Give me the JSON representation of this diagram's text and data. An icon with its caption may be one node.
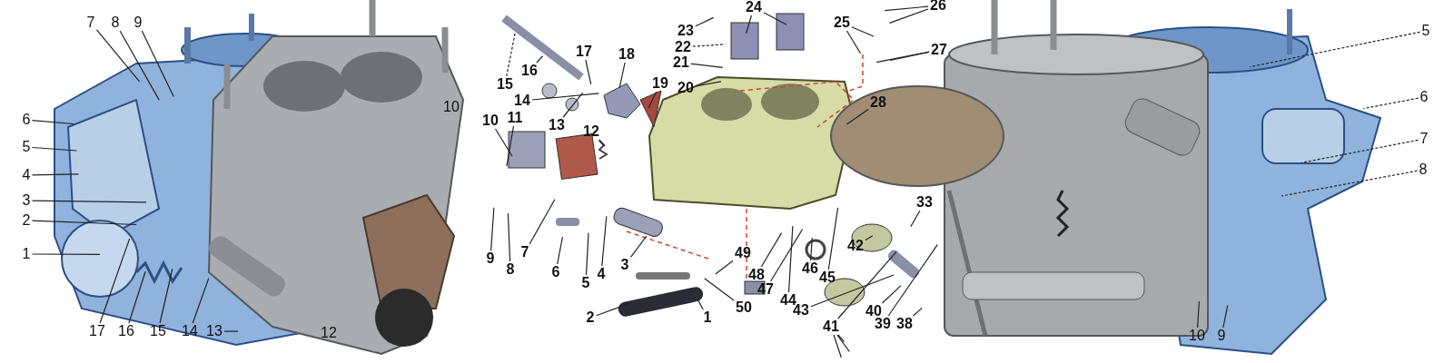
{
  "diagram": {
    "nodes": [
      {
        "text": [
          "7"
        ]
      },
      {
        "text": [
          "8"
        ]
      },
      {
        "text": [
          "9"
        ]
      },
      {
        "text": [
          "6"
        ]
      },
      {
        "text": [
          "5"
        ]
      },
      {
        "text": [
          "4"
        ]
      },
      {
        "text": [
          "3"
        ]
      },
      {
        "text": [
          "2"
        ]
      },
      {
        "text": [
          "1"
        ]
      },
      {
        "text": [
          "17"
        ]
      },
      {
        "text": [
          "16"
        ]
      },
      {
        "text": [
          "15"
        ]
      },
      {
        "text": [
          "14"
        ]
      },
      {
        "text": [
          "13"
        ]
      },
      {
        "text": [
          "16"
        ]
      },
      {
        "text": [
          "17"
        ]
      },
      {
        "text": [
          "18"
        ]
      },
      {
        "text": [
          "15"
        ]
      },
      {
        "text": [
          "14"
        ]
      },
      {
        "text": [
          "13"
        ]
      },
      {
        "text": [
          "10"
        ]
      },
      {
        "text": [
          "11"
        ]
      },
      {
        "text": [
          "12"
        ]
      },
      {
        "text": [
          "19"
        ]
      },
      {
        "text": [
          "23"
        ]
      },
      {
        "text": [
          "22"
        ]
      },
      {
        "text": [
          "21"
        ]
      },
      {
        "text": [
          "20"
        ]
      },
      {
        "text": [
          "24"
        ]
      },
      {
        "text": [
          "25"
        ]
      },
      {
        "text": [
          "26"
        ]
      },
      {
        "text": [
          "27"
        ]
      },
      {
        "text": [
          "28"
        ]
      },
      {
        "text": [
          "9"
        ]
      },
      {
        "text": [
          "8"
        ]
      },
      {
        "text": [
          "7"
        ]
      },
      {
        "text": [
          "6"
        ]
      },
      {
        "text": [
          "5"
        ]
      },
      {
        "text": [
          "4"
        ]
      },
      {
        "text": [
          "3"
        ]
      },
      {
        "text": [
          "2"
        ]
      },
      {
        "text": [
          "1"
        ]
      },
      {
        "text": [
          "50"
        ]
      },
      {
        "text": [
          "49"
        ]
      },
      {
        "text": [
          "48"
        ]
      },
      {
        "text": [
          "47"
        ]
      },
      {
        "text": [
          "44"
        ]
      },
      {
        "text": [
          "46"
        ]
      },
      {
        "text": [
          "45"
        ]
      },
      {
        "text": [
          "42"
        ]
      },
      {
        "text": [
          "43"
        ]
      },
      {
        "text": [
          "41"
        ]
      },
      {
        "text": [
          "40"
        ]
      },
      {
        "text": [
          "39"
        ]
      },
      {
        "text": [
          "38"
        ]
      },
      {
        "text": [
          "33"
        ]
      },
      {
        "text": [
          "5"
        ]
      },
      {
        "text": [
          "6"
        ]
      },
      {
        "text": [
          "7"
        ]
      },
      {
        "text": [
          "8"
        ]
      },
      {
        "text": [
          "10"
        ]
      },
      {
        "text": [
          "9"
        ]
      }
    ],
    "edges": [
      {
        "from": 0,
        "to": null,
        "arrow": "none"
      },
      {
        "from": 1,
        "to": null,
        "arrow": "none"
      },
      {
        "from": 2,
        "to": null,
        "arrow": "none"
      },
      {
        "from": 3,
        "to": null,
        "arrow": "none"
      },
      {
        "from": 4,
        "to": null,
        "arrow": "none"
      },
      {
        "from": 5,
        "to": null,
        "arrow": "none"
      },
      {
        "from": 6,
        "to": null,
        "arrow": "none"
      },
      {
        "from": 7,
        "to": null,
        "arrow": "none"
      },
      {
        "from": 8,
        "to": null,
        "arrow": "none"
      },
      {
        "from": 9,
        "to": null,
        "arrow": "none"
      },
      {
        "from": 10,
        "to": null,
        "arrow": "none"
      },
      {
        "from": 11,
        "to": null,
        "arrow": "none"
      },
      {
        "from": 12,
        "to": null,
        "arrow": "none"
      },
      {
        "from": 13,
        "to": null,
        "arrow": "none"
      },
      {
        "from": 14,
        "to": null,
        "arrow": "none"
      },
      {
        "from": 15,
        "to": null,
        "arrow": "none"
      },
      {
        "from": 16,
        "to": null,
        "arrow": "none"
      },
      {
        "from": 17,
        "to": null,
        "arrow": "none",
        "style": "dashed"
      },
      {
        "from": 18,
        "to": null,
        "arrow": "none"
      },
      {
        "from": 19,
        "to": null,
        "arrow": "none"
      },
      {
        "from": 20,
        "to": null,
        "arrow": "none"
      },
      {
        "from": 21,
        "to": null,
        "arrow": "none"
      },
      {
        "from": 22,
        "to": null,
        "arrow": "none"
      },
      {
        "from": 23,
        "to": null,
        "arrow": "none"
      },
      {
        "from": 24,
        "to": null,
        "arrow": "none"
      },
      {
        "from": 25,
        "to": null,
        "arrow": "none",
        "style": "dashed"
      },
      {
        "from": 26,
        "to": null,
        "arrow": "none"
      },
      {
        "from": 27,
        "to": null,
        "arrow": "none"
      },
      {
        "from": 28,
        "to": null,
        "arrow": "none"
      },
      {
        "from": 28,
        "to": null,
        "arrow": "none"
      },
      {
        "from": 29,
        "to": null,
        "arrow": "none"
      },
      {
        "from": 29,
        "to": null,
        "arrow": "none"
      },
      {
        "from": 30,
        "to": null,
        "arrow": "none"
      },
      {
        "from": 30,
        "to": null,
        "arrow": "none"
      },
      {
        "from": 31,
        "to": null,
        "arrow": "none"
      },
      {
        "from": 31,
        "to": null,
        "arrow": "none"
      },
      {
        "from": 32,
        "to": null,
        "arrow": "none"
      },
      {
        "from": 33,
        "to": null,
        "arrow": "none"
      },
      {
        "from": 34,
        "to": null,
        "arrow": "none"
      },
      {
        "from": 35,
        "to": null,
        "arrow": "none"
      },
      {
        "from": 36,
        "to": null,
        "arrow": "none"
      },
      {
        "from": 37,
        "to": null,
        "arrow": "none"
      },
      {
        "from": 38,
        "to": null,
        "arrow": "none"
      },
      {
        "from": 39,
        "to": null,
        "arrow": "none"
      },
      {
        "from": 40,
        "to": null,
        "arrow": "none"
      },
      {
        "from": 41,
        "to": null,
        "arrow": "none"
      },
      {
        "from": 42,
        "to": null,
        "arrow": "none"
      },
      {
        "from": 43,
        "to": null,
        "arrow": "none"
      },
      {
        "from": 44,
        "to": null,
        "arrow": "none"
      },
      {
        "from": 45,
        "to": null,
        "arrow": "none"
      },
      {
        "from": 46,
        "to": null,
        "arrow": "none"
      },
      {
        "from": 47,
        "to": null,
        "arrow": "none"
      },
      {
        "from": 48,
        "to": null,
        "arrow": "none"
      },
      {
        "from": 49,
        "to": null,
        "arrow": "none"
      },
      {
        "from": 50,
        "to": null,
        "arrow": "none"
      },
      {
        "from": 51,
        "to": null,
        "arrow": "none"
      },
      {
        "from": 51,
        "to": null,
        "arrow": "none"
      },
      {
        "from": 51,
        "to": null,
        "arrow": "none"
      },
      {
        "from": 51,
        "to": null,
        "arrow": "none"
      },
      {
        "from": 52,
        "to": null,
        "arrow": "none"
      },
      {
        "from": 53,
        "to": null,
        "arrow": "none"
      },
      {
        "from": 54,
        "to": null,
        "arrow": "none"
      },
      {
        "from": 55,
        "to": null,
        "arrow": "none"
      },
      {
        "from": 56,
        "to": null,
        "arrow": "none",
        "style": "dashed"
      },
      {
        "from": 57,
        "to": null,
        "arrow": "none",
        "style": "dashed"
      },
      {
        "from": 58,
        "to": null,
        "arrow": "none",
        "style": "dashed"
      },
      {
        "from": 59,
        "to": null,
        "arrow": "none",
        "style": "dashed"
      },
      {
        "from": 60,
        "to": null,
        "arrow": "none"
      },
      {
        "from": 61,
        "to": null,
        "arrow": "none"
      }
    ],
    "labels": [
      "10",
      "12"
    ]
  }
}
